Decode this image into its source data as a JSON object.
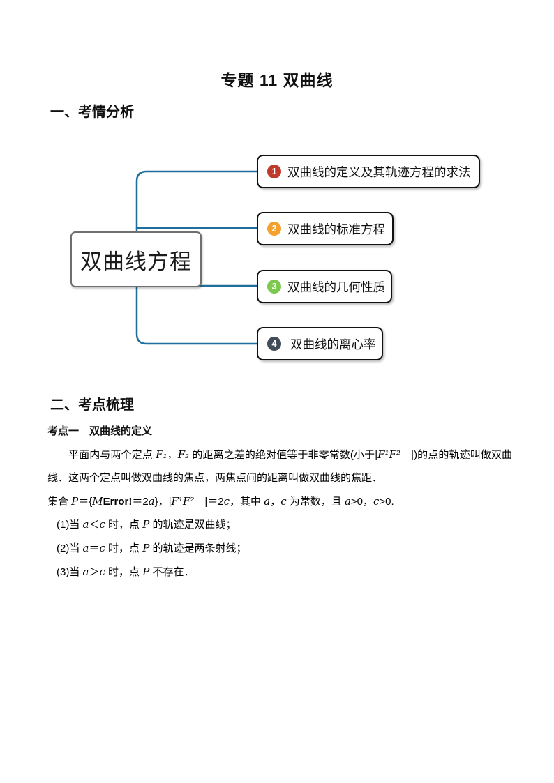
{
  "document": {
    "title": "专题 11 双曲线",
    "section1_heading": "一、考情分析",
    "section2_heading": "二、考点梳理",
    "topic_heading": "考点一　双曲线的定义"
  },
  "mindmap": {
    "center_label": "双曲线方程",
    "connector_color": "#1e6f9c",
    "nodes": [
      {
        "num": "1",
        "color": "#c0392b",
        "label": "双曲线的定义及其轨迹方程的求法"
      },
      {
        "num": "2",
        "color": "#f5a02d",
        "label": "双曲线的标准方程"
      },
      {
        "num": "3",
        "color": "#7ec850",
        "label": "双曲线的几何性质"
      },
      {
        "num": "4",
        "color": "#414c59",
        "label": "双曲线的离心率"
      }
    ]
  },
  "content": {
    "paragraph": [
      {
        "t": "平面内与两个定点 "
      },
      {
        "t": "F₁",
        "s": "i"
      },
      {
        "t": "，"
      },
      {
        "t": "F₂",
        "s": "i"
      },
      {
        "t": " 的距离之差的绝对值等于非零常数(小于|"
      },
      {
        "t": "F¹F²",
        "s": "i"
      },
      {
        "t": "　|)的点的轨迹叫做双曲线．这两个定点叫做双曲线的焦点，两焦点间的距离叫做双曲线的焦距．"
      }
    ],
    "set_line": [
      {
        "t": "集合 "
      },
      {
        "t": "P",
        "s": "i"
      },
      {
        "t": "＝{"
      },
      {
        "t": "M",
        "s": "i"
      },
      {
        "t": "Error!",
        "s": "b"
      },
      {
        "t": "＝2"
      },
      {
        "t": "a",
        "s": "i"
      },
      {
        "t": "}，|"
      },
      {
        "t": "F¹F²",
        "s": "i"
      },
      {
        "t": "　|＝2"
      },
      {
        "t": "c",
        "s": "i"
      },
      {
        "t": "，其中 "
      },
      {
        "t": "a",
        "s": "i"
      },
      {
        "t": "，"
      },
      {
        "t": "c",
        "s": "i"
      },
      {
        "t": " 为常数，且 "
      },
      {
        "t": "a",
        "s": "i"
      },
      {
        "t": ">0，"
      },
      {
        "t": "c",
        "s": "i"
      },
      {
        "t": ">0."
      }
    ],
    "items": [
      [
        {
          "t": "(1)当 "
        },
        {
          "t": "a",
          "s": "i"
        },
        {
          "t": "＜"
        },
        {
          "t": "c",
          "s": "i"
        },
        {
          "t": " 时，点 "
        },
        {
          "t": "P",
          "s": "i"
        },
        {
          "t": " 的轨迹是双曲线；"
        }
      ],
      [
        {
          "t": "(2)当 "
        },
        {
          "t": "a",
          "s": "i"
        },
        {
          "t": "＝"
        },
        {
          "t": "c",
          "s": "i"
        },
        {
          "t": " 时，点 "
        },
        {
          "t": "P",
          "s": "i"
        },
        {
          "t": " 的轨迹是两条射线；"
        }
      ],
      [
        {
          "t": "(3)当 "
        },
        {
          "t": "a",
          "s": "i"
        },
        {
          "t": "＞"
        },
        {
          "t": "c",
          "s": "i"
        },
        {
          "t": " 时，点 "
        },
        {
          "t": "P",
          "s": "i"
        },
        {
          "t": " 不存在．"
        }
      ]
    ]
  }
}
